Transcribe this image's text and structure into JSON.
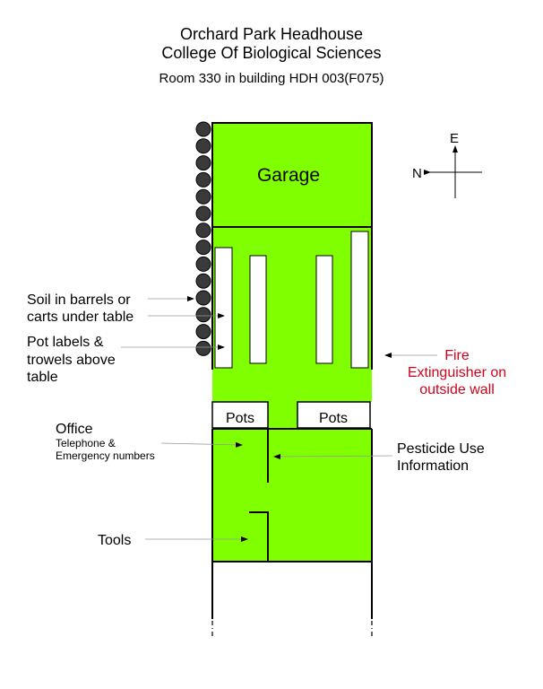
{
  "header": {
    "line1": "Orchard Park Headhouse",
    "line2": "College Of Biological Sciences",
    "line3": "Room 330 in building HDH 003(F075)"
  },
  "colors": {
    "floor": "#80ff00",
    "fire": "#d0021b",
    "line": "#000000",
    "barrel": "#3a3a3a"
  },
  "compass": {
    "east": "E",
    "north": "N"
  },
  "rooms": {
    "garage": "Garage",
    "pots_left": "Pots",
    "pots_right": "Pots"
  },
  "labels": {
    "soil": [
      "Soil in barrels or",
      "carts under table"
    ],
    "pot_labels": [
      "Pot labels &",
      "trowels above",
      "table"
    ],
    "office_title": "Office",
    "office_sub": [
      "Telephone &",
      "Emergency numbers"
    ],
    "tools": "Tools",
    "pesticide": [
      "Pesticide Use",
      "Information"
    ],
    "fire": [
      "Fire",
      "Extinguisher on",
      "outside wall"
    ]
  },
  "icons": [
    "compass-icon",
    "barrel-icon",
    "arrow-icon"
  ]
}
